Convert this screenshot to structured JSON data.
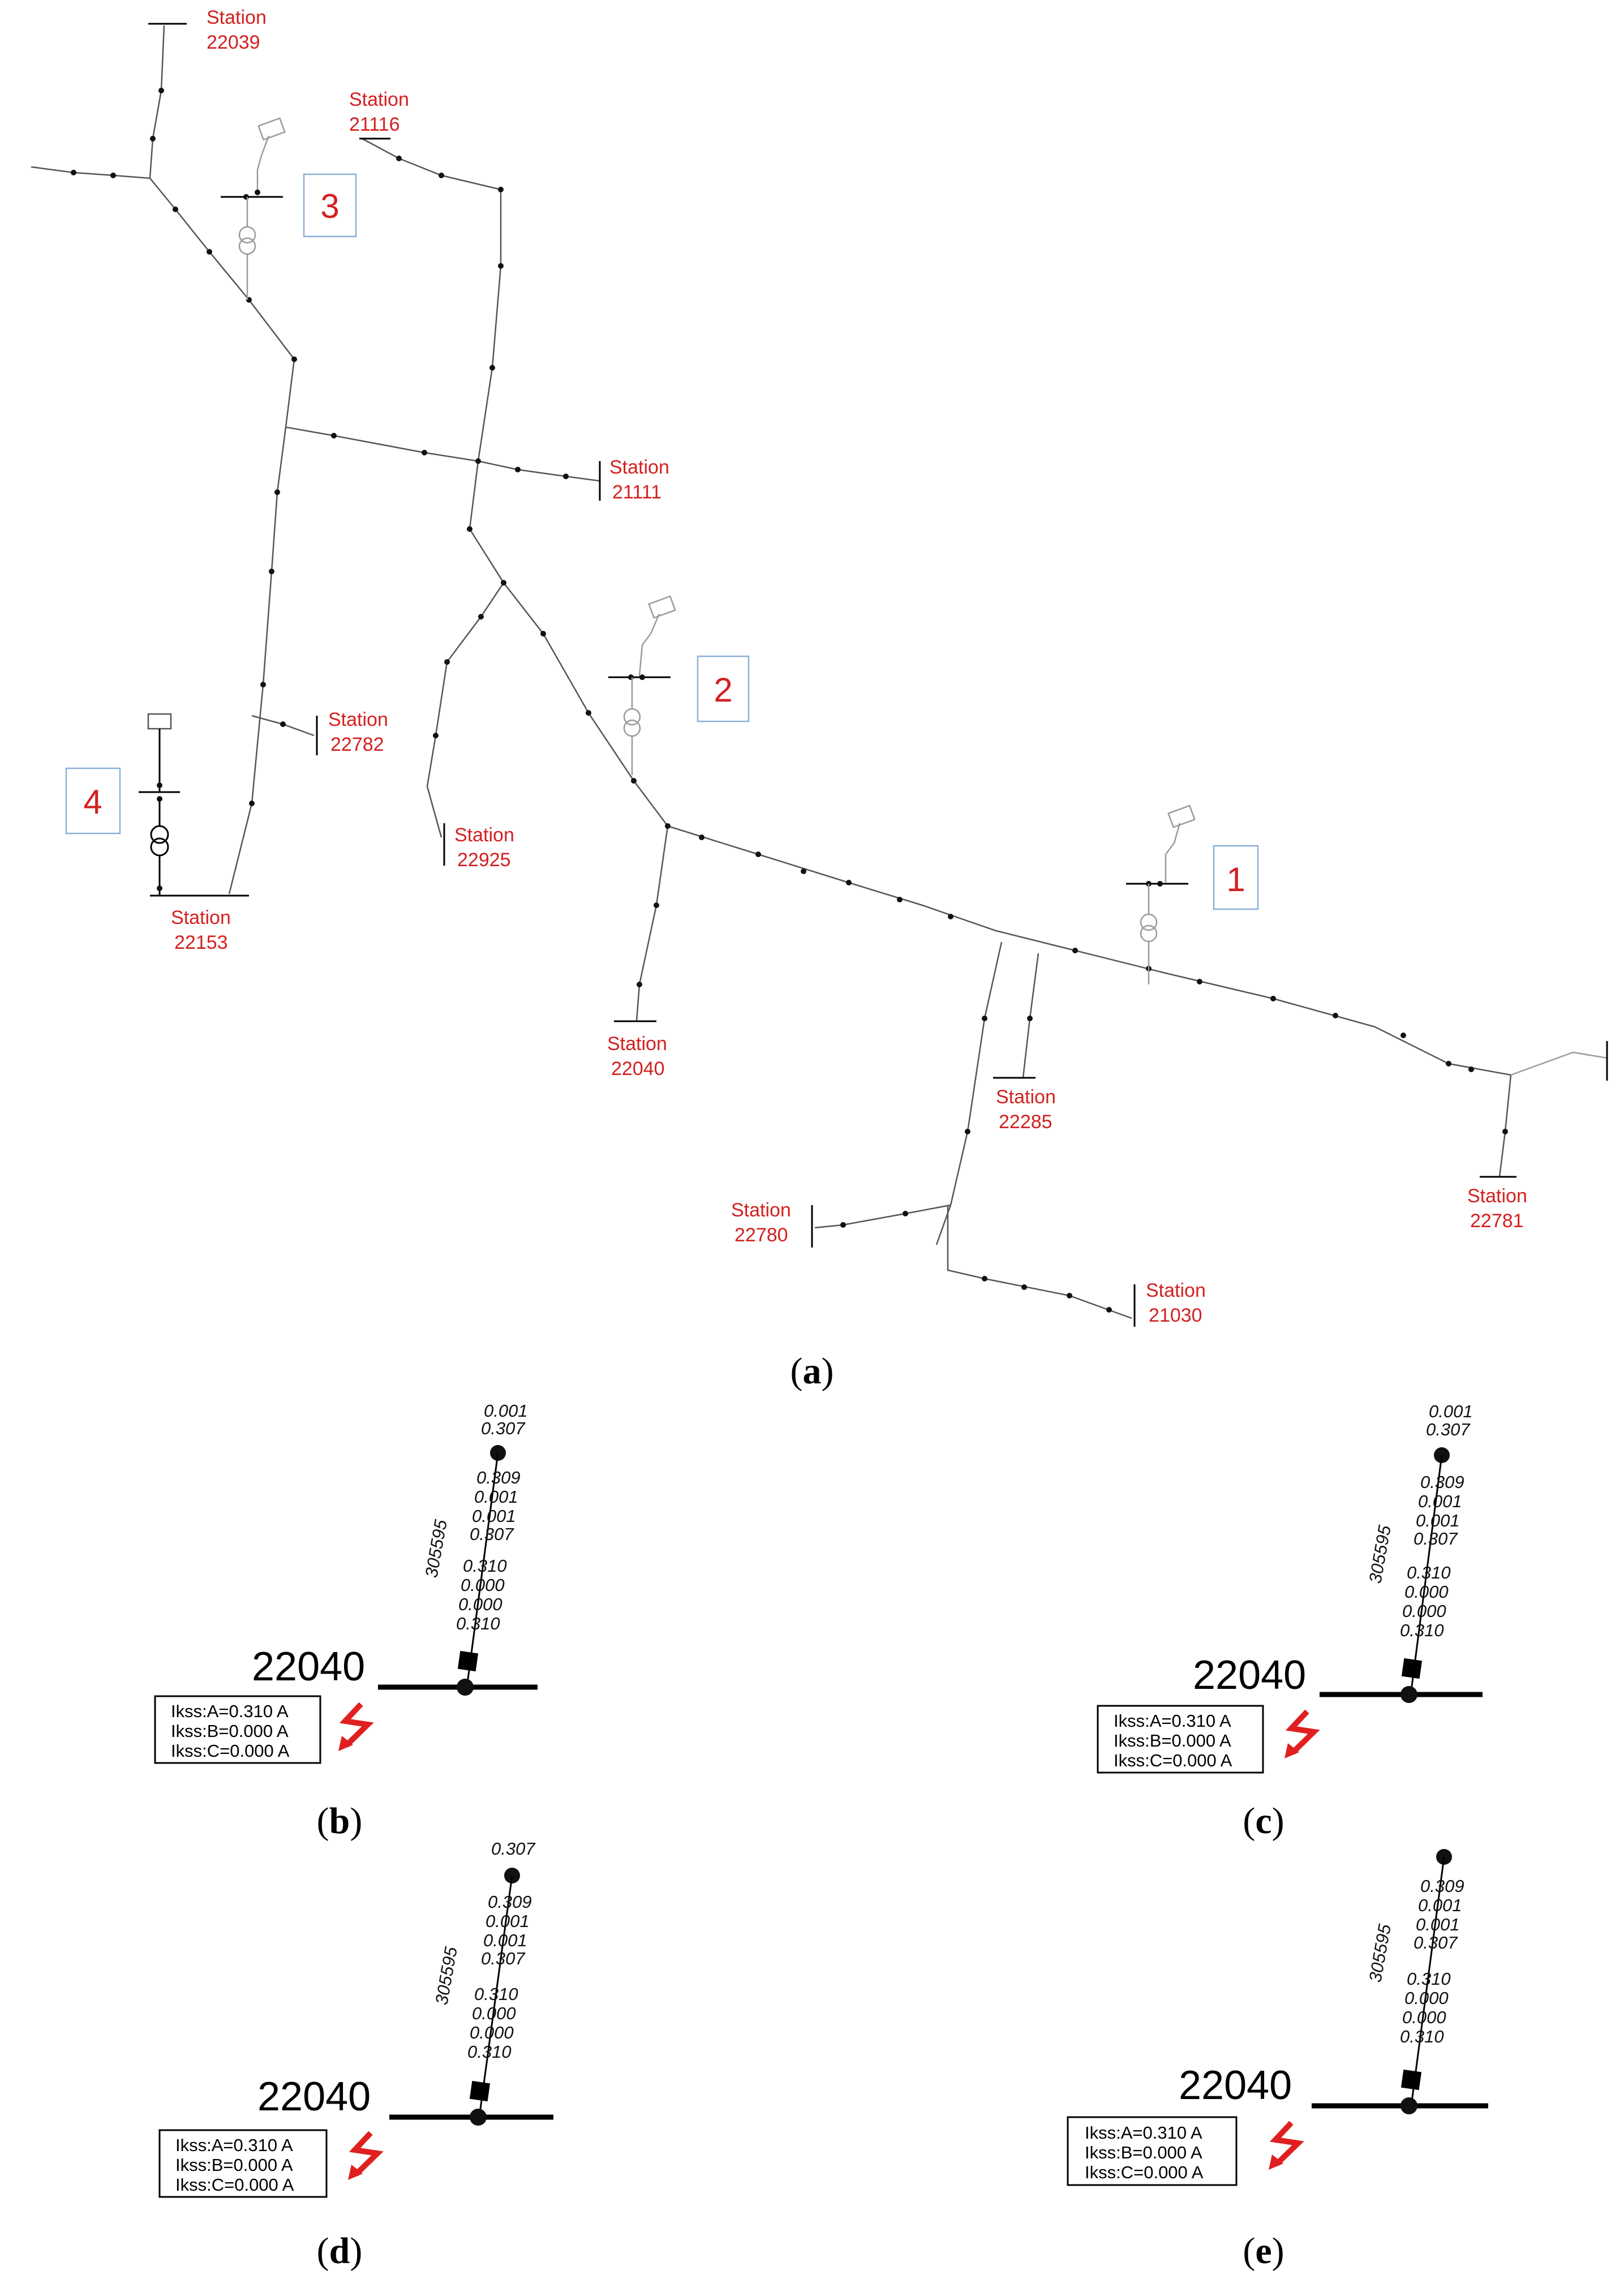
{
  "panel_a": {
    "caption_letter": "a",
    "stations": [
      {
        "word": "Station",
        "id": "22039"
      },
      {
        "word": "Station",
        "id": "21116"
      },
      {
        "word": "Station",
        "id": "21111"
      },
      {
        "word": "Station",
        "id": "22782"
      },
      {
        "word": "Station",
        "id": "22925"
      },
      {
        "word": "Station",
        "id": "22153"
      },
      {
        "word": "Station",
        "id": "22040"
      },
      {
        "word": "Station",
        "id": "22285"
      },
      {
        "word": "Station",
        "id": "22781"
      },
      {
        "word": "Station",
        "id": "22780"
      },
      {
        "word": "Station",
        "id": "21030"
      }
    ],
    "source_numbers": [
      "1",
      "2",
      "3",
      "4"
    ]
  },
  "panels": [
    {
      "letter": "b",
      "line_id": "305595",
      "top_values": [
        "0.001",
        "0.307"
      ],
      "values_upper": [
        "0.309",
        "0.001",
        "0.001",
        "0.307"
      ],
      "values_lower": [
        "0.310",
        "0.000",
        "0.000",
        "0.310"
      ],
      "bus_label": "22040",
      "ikss": [
        "Ikss:A=0.310 A",
        "Ikss:B=0.000 A",
        "Ikss:C=0.000 A"
      ]
    },
    {
      "letter": "c",
      "line_id": "305595",
      "top_values": [
        "0.001",
        "0.307"
      ],
      "values_upper": [
        "0.309",
        "0.001",
        "0.001",
        "0.307"
      ],
      "values_lower": [
        "0.310",
        "0.000",
        "0.000",
        "0.310"
      ],
      "bus_label": "22040",
      "ikss": [
        "Ikss:A=0.310 A",
        "Ikss:B=0.000 A",
        "Ikss:C=0.000 A"
      ]
    },
    {
      "letter": "d",
      "line_id": "305595",
      "top_values": [
        "0.307"
      ],
      "values_upper": [
        "0.309",
        "0.001",
        "0.001",
        "0.307"
      ],
      "values_lower": [
        "0.310",
        "0.000",
        "0.000",
        "0.310"
      ],
      "bus_label": "22040",
      "ikss": [
        "Ikss:A=0.310 A",
        "Ikss:B=0.000 A",
        "Ikss:C=0.000 A"
      ]
    },
    {
      "letter": "e",
      "line_id": "305595",
      "top_values": [],
      "values_upper": [
        "0.309",
        "0.001",
        "0.001",
        "0.307"
      ],
      "values_lower": [
        "0.310",
        "0.000",
        "0.000",
        "0.310"
      ],
      "bus_label": "22040",
      "ikss": [
        "Ikss:A=0.310 A",
        "Ikss:B=0.000 A",
        "Ikss:C=0.000 A"
      ]
    }
  ],
  "colors": {
    "label_red": "#d42020",
    "line": "#555555",
    "fault": "#e02020"
  }
}
